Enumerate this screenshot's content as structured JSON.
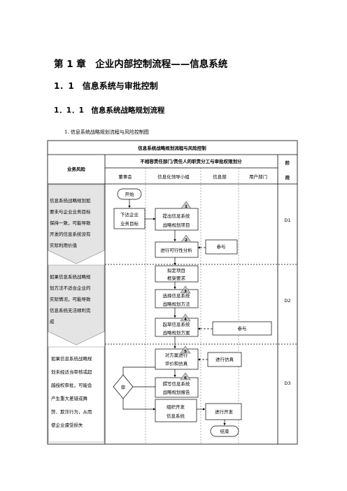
{
  "headings": {
    "chapter": "第 1 章　企业内部控制流程——信息系统",
    "section": "1．1　信息系统与审批控制",
    "subsection": "1．1．1　信息系统战略规划流程",
    "caption": "1. 信息系统战略规划流程与风险控制图"
  },
  "table": {
    "title": "信息系统战略规划流程与风险控制",
    "risk_header": "业务风险",
    "dept_header": "不相容责任部门/责任人的职责分工与审批权限划分",
    "stage_header": [
      "阶",
      "段"
    ],
    "columns": [
      "董事会",
      "信息化领导小组",
      "信息部",
      "用户部门"
    ]
  },
  "risks": [
    [
      "信息系统战略规划如",
      "要未与企业业务目标",
      "保持一致，可能导致",
      "开发的信息系统没有",
      "实际利用价值"
    ],
    [
      "如果信息系统战略规",
      "划方法不适合企业的",
      "实际情况，可能导致",
      "信息系统无法顺利完",
      "成"
    ],
    [
      "如果信息系统战略规",
      "划未经适当审核或超",
      "越授权审批，可能会",
      "产生重大差错或舞",
      "弊、欺诈行为，从而",
      "使企业遭受损失"
    ]
  ],
  "stages": [
    "D1",
    "D2",
    "D3"
  ],
  "nodes": {
    "start": "开始",
    "issue": [
      "下达企业",
      "业务目标"
    ],
    "propose": [
      "提出信息系统",
      "战略规划项目"
    ],
    "feasibility": "进行可行性分析",
    "participate1": "参与",
    "set_goal": [
      "拟定项目",
      "框架要求"
    ],
    "select_method": [
      "选择信息系统",
      "战略规划方法"
    ],
    "draft": [
      "起草信息系统",
      "战略规划方案"
    ],
    "participate2": "参与",
    "compare": [
      "对方案进行",
      "评价和仿真"
    ],
    "simulate": "进行仿真",
    "report": [
      "撰写信息系统",
      "战略规划报告"
    ],
    "approve": "审",
    "organize": [
      "组织开发",
      "信息系统"
    ],
    "develop": "进行开发",
    "end": "结束"
  },
  "markers": [
    "1",
    "2",
    "3",
    "4",
    "5",
    "6"
  ]
}
